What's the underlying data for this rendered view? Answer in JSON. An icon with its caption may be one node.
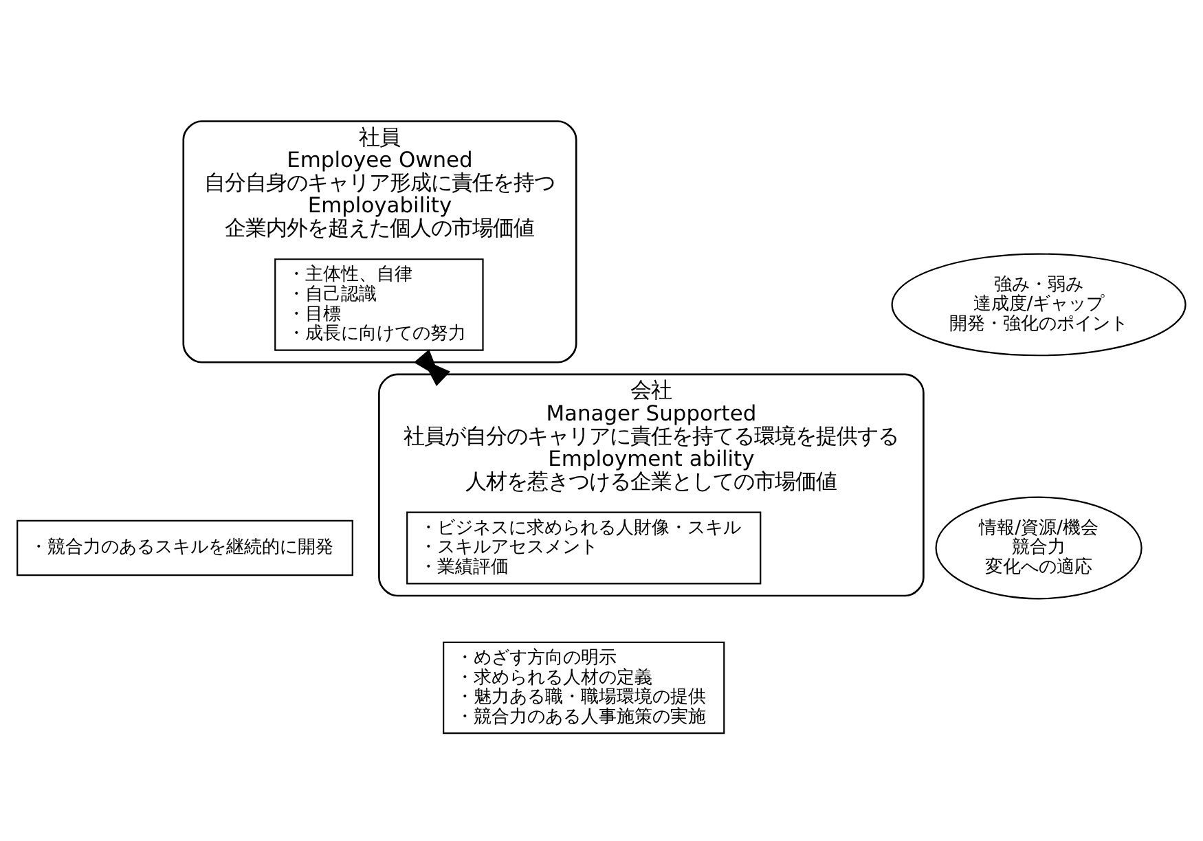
{
  "diagram": {
    "nodes": [
      {
        "text": [
          "社員",
          "Employee Owned",
          "自分自身のキャリア形成に責任を持つ",
          "Employability",
          "企業内外を超えた個人の市場価値"
        ]
      },
      {
        "text": [
          "・主体性、自律",
          "・自己認識",
          "・目標",
          "・成長に向けての努力"
        ],
        "in": 0
      },
      {
        "text": [
          "・競合力のあるスキルを継続的に開発"
        ]
      },
      {
        "text": [
          "強み・弱み",
          "達成度/ギャップ",
          "開発・強化のポイント"
        ]
      },
      {
        "text": [
          "会社",
          "Manager Supported",
          "社員が自分のキャリアに責任を持てる環境を提供する",
          "Employment ability",
          "人材を惹きつける企業としての市場価値"
        ]
      },
      {
        "text": [
          "・ビジネスに求められる人財像・スキル",
          "・スキルアセスメント",
          "・業績評価"
        ],
        "in": 4
      },
      {
        "text": [
          "・めざす方向の明示",
          "・求められる人材の定義",
          "・魅力ある職・職場環境の提供",
          "・競合力のある人事施策の実施"
        ]
      },
      {
        "text": [
          "情報/資源/機会",
          "競合力",
          "変化への適応"
        ]
      }
    ],
    "edges": [
      {
        "from": 0,
        "to": 4,
        "arrow": "both"
      }
    ]
  }
}
